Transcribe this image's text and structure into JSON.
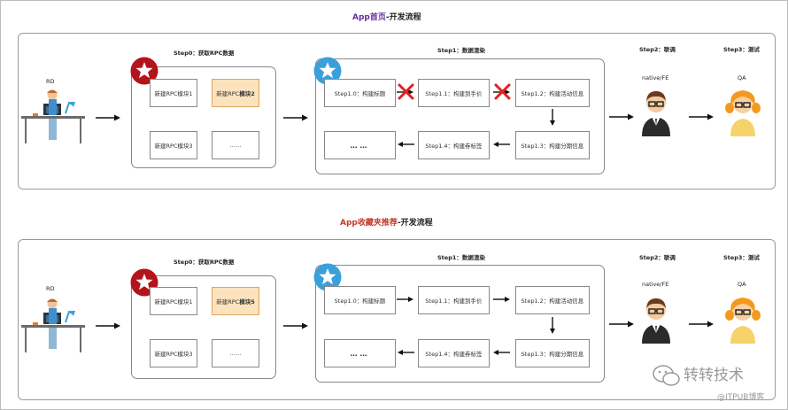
{
  "flow1": {
    "title_prefix": "App首页",
    "title_suffix": "-开发流程",
    "rd_label": "RD",
    "step0_title": "Step0：获取RPC数据",
    "rpc_boxes": [
      "新建RPC模块1",
      "新建RPC模块2",
      "新建RPC模块3",
      "……"
    ],
    "highlight_prefix": "新建RPC",
    "highlight_bold": "模块2",
    "step1_title": "Step1：数据渲染",
    "steps": [
      "Step1.0：构建标题",
      "Step1.1：构建到手价",
      "Step1.2：构建活动信息",
      "Step1.3：构建分期信息",
      "Step1.4：构建券标签",
      "……"
    ],
    "step2_title": "Step2：联调",
    "step2_role": "native/FE",
    "step3_title": "Step3：测试",
    "step3_role": "QA",
    "crossed_arrows": true
  },
  "flow2": {
    "title_prefix": "App收藏夹推荐",
    "title_suffix": "-开发流程",
    "rd_label": "RD",
    "step0_title": "Step0：获取RPC数据",
    "rpc_boxes": [
      "新建RPC模块1",
      "新建RPC模块5",
      "新建RPC模块3",
      "……"
    ],
    "highlight_prefix": "新建RPC",
    "highlight_bold": "模块5",
    "step1_title": "Step1：数据渲染",
    "steps": [
      "Step1.0：构建标题",
      "Step1.1：构建到手价",
      "Step1.2：构建活动信息",
      "Step1.3：构建分期信息",
      "Step1.4：构建券标签",
      "……"
    ],
    "step2_title": "Step2：联调",
    "step2_role": "native/FE",
    "step3_title": "Step3：测试",
    "step3_role": "QA",
    "crossed_arrows": false
  },
  "watermark": {
    "brand": "转转技术",
    "site": "@ITPUB博客"
  },
  "colors": {
    "title1": "#6a2b9c",
    "title2": "#c0392b",
    "star_red": "#b3131b",
    "star_blue": "#3aa0dc",
    "highlight_fill": "#fde3bd",
    "cross": "#e02020"
  }
}
